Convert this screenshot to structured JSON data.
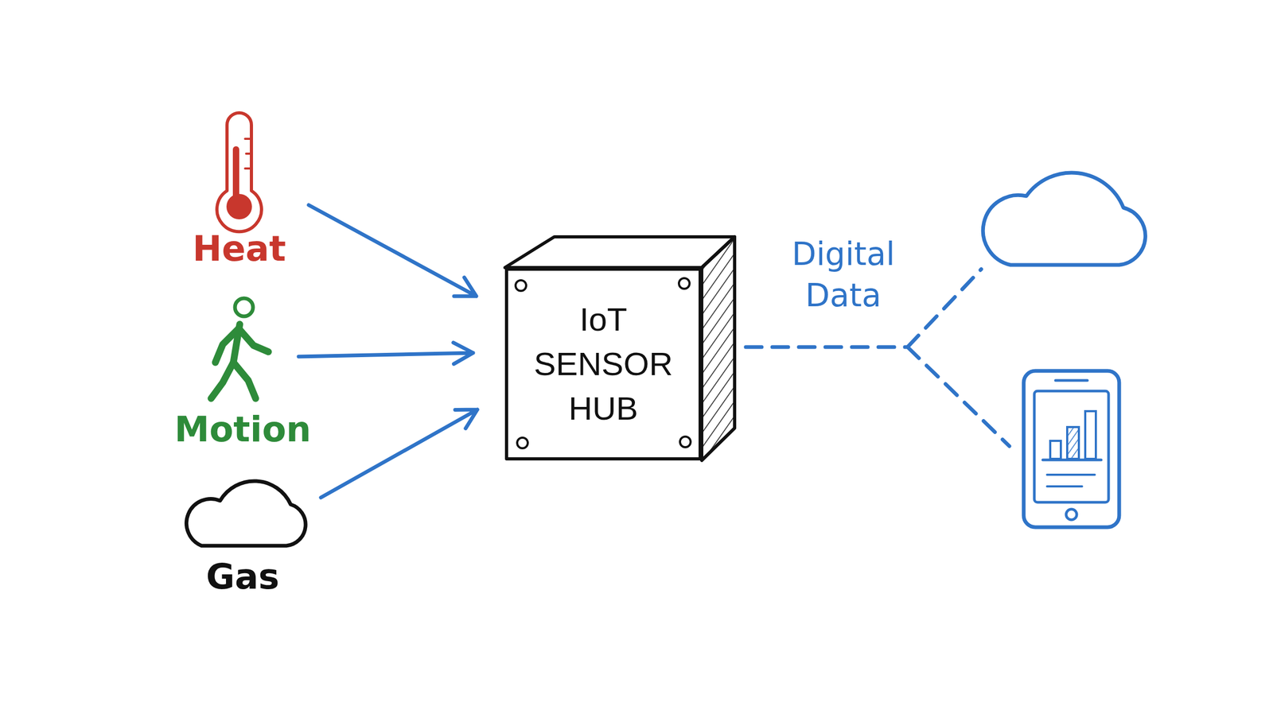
{
  "diagram": {
    "nodes": [
      {
        "text": [
          "Heat"
        ]
      },
      {
        "text": [
          "Motion"
        ]
      },
      {
        "text": [
          "Gas"
        ]
      },
      {
        "text": [
          "IoT SENSOR HUB"
        ]
      }
    ],
    "edges": [
      {
        "from": 0,
        "to": 3,
        "arrow": "to"
      },
      {
        "from": 1,
        "to": 3,
        "arrow": "to"
      },
      {
        "from": 2,
        "to": 3,
        "arrow": "to"
      }
    ],
    "labels": [
      "Digital Data"
    ]
  }
}
